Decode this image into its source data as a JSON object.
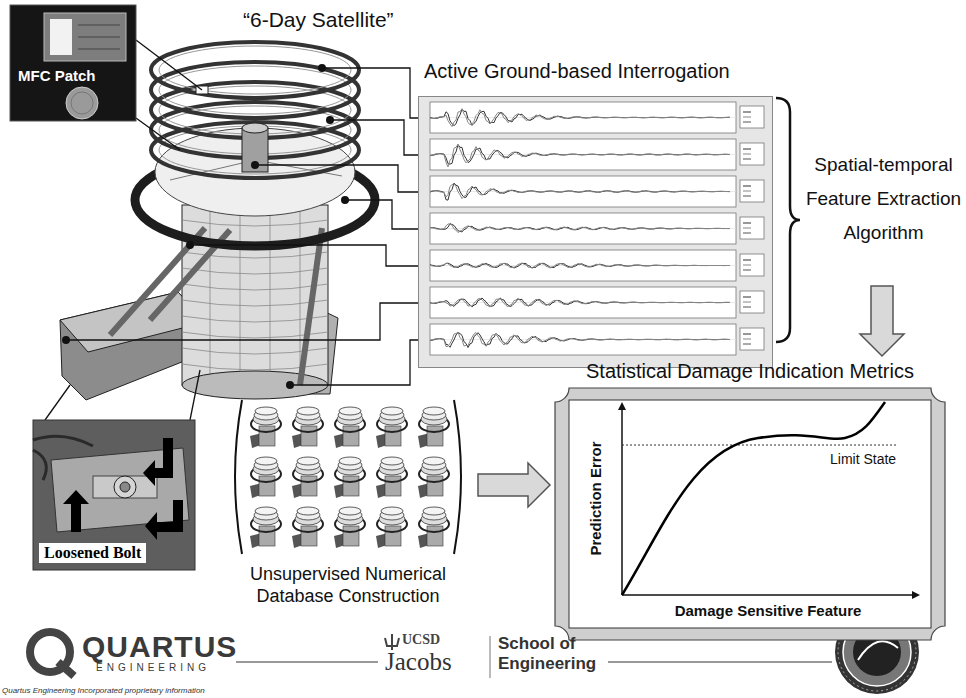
{
  "diagram": {
    "nodes": [
      {
        "text": [
          "MFC Patch"
        ]
      },
      {
        "text": [
          "Active Ground-based Interrogation"
        ]
      },
      {
        "text": [
          "Spatial-temporal Feature Extraction Algorithm"
        ]
      },
      {
        "text": [
          "Statistical Damage Indication Metrics",
          "Prediction Error",
          "Limit State",
          "Damage Sensitive Feature"
        ]
      },
      {
        "text": [
          "Loosened Bolt"
        ]
      },
      {
        "text": [
          "Unsupervised Numerical Database Construction"
        ]
      }
    ],
    "edges": [
      {
        "from": 2,
        "to": 3,
        "arrow": "to"
      },
      {
        "from": 5,
        "to": 3,
        "arrow": "to"
      }
    ],
    "labels": [
      "“6-Day Satellite”",
      "QUARTUS",
      "ENGINEERING",
      "UCSD",
      "Jacobs",
      "School of Engineering",
      "Quartus Engineering Incorporated proprietary information"
    ]
  }
}
